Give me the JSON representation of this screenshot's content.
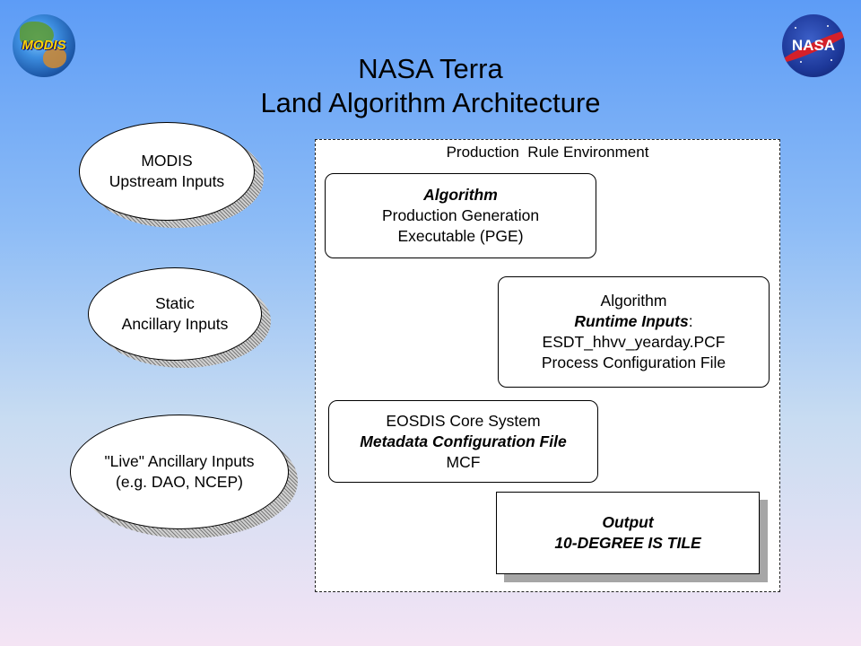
{
  "header": {
    "title_line1": "NASA Terra",
    "title_line2": "Land Algorithm Architecture",
    "left_logo_text": "MODIS",
    "right_logo_text": "NASA"
  },
  "inputs": [
    {
      "lines": [
        "MODIS",
        "Upstream Inputs"
      ]
    },
    {
      "lines": [
        "Static",
        "Ancillary Inputs"
      ]
    },
    {
      "lines": [
        "\"Live\" Ancillary Inputs",
        "(e.g. DAO, NCEP)"
      ]
    }
  ],
  "environment": {
    "label": "Production  Rule Environment",
    "algorithm_box": {
      "title": "Algorithm",
      "line2": "Production Generation",
      "line3": "Executable (PGE)"
    },
    "runtime_box": {
      "line1": "Algorithm",
      "line2_bold": "Runtime Inputs",
      "line2_suffix": ":",
      "line3": "ESDT_hhvv_yearday.PCF",
      "line4": "Process Configuration File"
    },
    "mcf_box": {
      "line1": "EOSDIS Core System",
      "line2_bold": "Metadata Configuration File",
      "line3": "MCF"
    },
    "output_box": {
      "line1": "Output",
      "line2": "10-DEGREE IS TILE"
    }
  },
  "colors": {
    "background_top": "#5d9cf6",
    "background_bottom": "#f4e4f4",
    "shadow_gray": "#a6a6a6"
  }
}
